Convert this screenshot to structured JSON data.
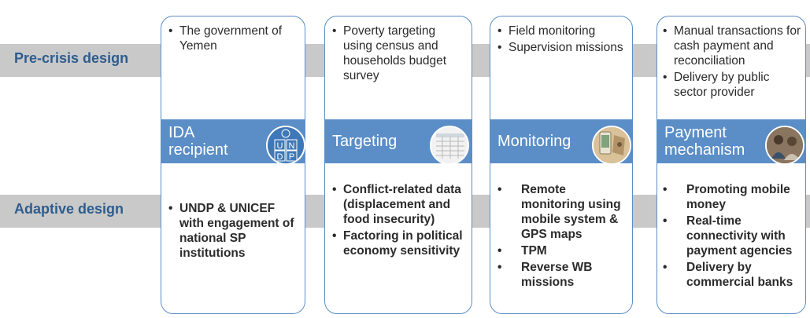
{
  "rows": {
    "pre_crisis": "Pre-crisis design",
    "adaptive": "Adaptive design"
  },
  "columns": [
    {
      "header": [
        "IDA",
        "recipient"
      ],
      "pre": [
        "The government of Yemen"
      ],
      "adaptive": [
        "UNDP & UNICEF with engagement of national SP institutions"
      ],
      "icon": "undp-logo-icon",
      "icon_text": [
        "U",
        "N",
        "D",
        "P"
      ]
    },
    {
      "header": [
        "Targeting"
      ],
      "pre": [
        "Poverty targeting using census and households budget survey"
      ],
      "adaptive": [
        "Conflict-related data (displacement and food insecurity)",
        "Factoring in political economy sensitivity"
      ],
      "icon": "spreadsheet-icon"
    },
    {
      "header": [
        "Monitoring"
      ],
      "pre": [
        "Field monitoring",
        "Supervision missions"
      ],
      "adaptive": [
        "Remote monitoring using mobile system & GPS maps",
        "TPM",
        "Reverse WB missions"
      ],
      "icon": "map-photo-icon"
    },
    {
      "header": [
        "Payment",
        "mechanism"
      ],
      "pre": [
        "Manual transactions for cash payment and reconciliation",
        "Delivery by public sector provider"
      ],
      "adaptive": [
        "Promoting mobile money",
        "Real-time connectivity with payment agencies",
        "Delivery by commercial banks"
      ],
      "icon": "people-photo-icon"
    }
  ],
  "colors": {
    "accent": "#5b8ec7",
    "band": "#c9c9c9",
    "label": "#2e5d8e"
  }
}
